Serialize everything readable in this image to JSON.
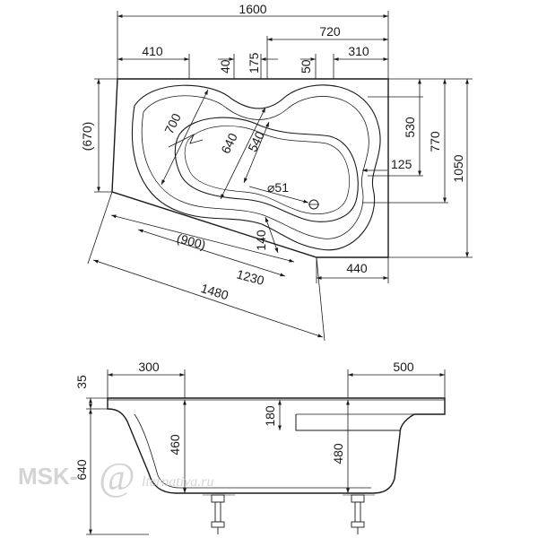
{
  "plan_view": {
    "dims": {
      "overall_width": "1600",
      "right_part": "720",
      "left_part": "410",
      "d40": "40",
      "d175": "175",
      "d50": "50",
      "d310": "310",
      "d670": "(670)",
      "d700": "700",
      "d640": "640",
      "d540": "540",
      "d530": "530",
      "d770": "770",
      "overall_depth": "1050",
      "d125": "125",
      "drain": "⌀51",
      "d900": "(900)",
      "d140": "140",
      "d1230": "1230",
      "d440": "440",
      "d1480": "1480"
    }
  },
  "side_view": {
    "dims": {
      "d35": "35",
      "d300": "300",
      "d500": "500",
      "d180": "180",
      "d460": "460",
      "d480": "480",
      "d640": "640"
    }
  },
  "watermark": {
    "brand": "MSK-",
    "at": "@",
    "site": "lternativa.ru"
  },
  "colors": {
    "line": "#1a1a1a",
    "watermark": "#d4d4d4"
  }
}
